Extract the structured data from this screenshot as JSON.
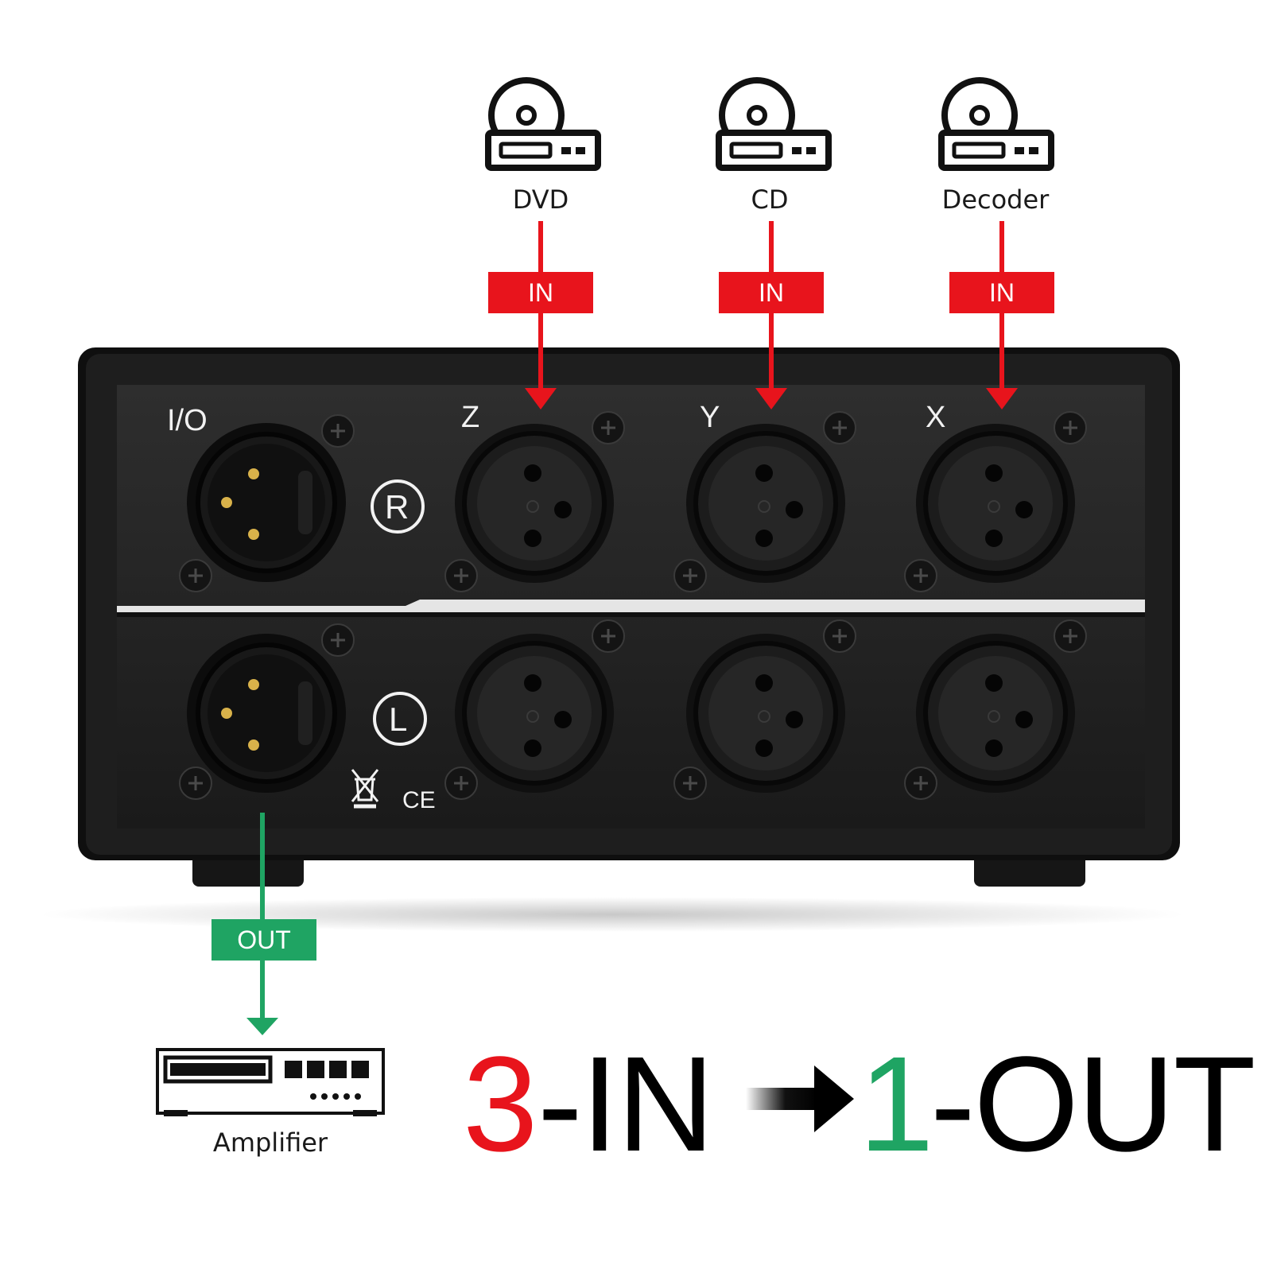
{
  "sources": [
    {
      "label": "DVD",
      "badge": "IN"
    },
    {
      "label": "CD",
      "badge": "IN"
    },
    {
      "label": "Decoder",
      "badge": "IN"
    }
  ],
  "panel": {
    "io_label": "I/O",
    "channel_labels": [
      "Z",
      "Y",
      "X"
    ],
    "right_mark": "R",
    "left_mark": "L",
    "ce_mark": "CE"
  },
  "output": {
    "badge": "OUT",
    "label": "Amplifier"
  },
  "slogan": {
    "in_num": "3",
    "in_text": "-IN",
    "out_num": "1",
    "out_text": "-OUT"
  },
  "colors": {
    "in": "#e8141c",
    "out": "#1fa463",
    "body": "#262626"
  },
  "icons": [
    "disc-player-icon",
    "amplifier-icon",
    "xlr-female-jack",
    "xlr-male-jack",
    "weee-bin-icon"
  ]
}
